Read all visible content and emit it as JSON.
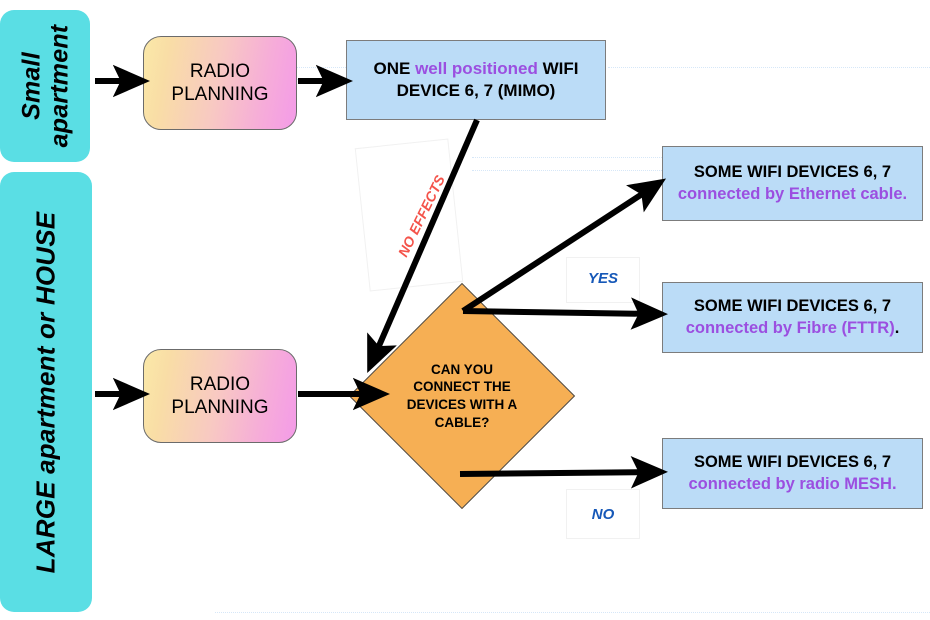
{
  "categories": [
    {
      "id": "small-apartment",
      "label": "Small apartment"
    },
    {
      "id": "large-apartment-house",
      "label": "LARGE apartment or HOUSE"
    }
  ],
  "process": {
    "top_line1": "RADIO",
    "top_line2": "PLANNING",
    "bottom_line1": "RADIO",
    "bottom_line2": "PLANNING"
  },
  "info_top": {
    "line1_part1": "ONE ",
    "line1_highlight": "well positioned",
    "line1_part2": " WIFI",
    "line2": "DEVICE 6, 7 (MIMO)"
  },
  "decision": {
    "line1": "CAN YOU",
    "line2": "CONNECT THE",
    "line3": "DEVICES WITH A",
    "line4": "CABLE?"
  },
  "results": [
    {
      "id": "ethernet",
      "line1": "SOME WIFI DEVICES 6, 7",
      "line2_highlight": "connected by Ethernet cable.",
      "line2_tail": ""
    },
    {
      "id": "fibre",
      "line1": "SOME WIFI DEVICES 6, 7",
      "line2_highlight": "connected by Fibre (FTTR)",
      "line2_tail": "."
    },
    {
      "id": "mesh",
      "line1": "SOME WIFI DEVICES 6, 7",
      "line2_highlight": "connected by radio MESH.",
      "line2_tail": ""
    }
  ],
  "edge_labels": {
    "no_effects": "NO EFFECTS",
    "yes": "YES",
    "no": "NO"
  },
  "colors": {
    "category_cyan": "#5ADEE4",
    "info_blue": "#BBDCF7",
    "decision_orange": "#F6AF54",
    "highlight_purple": "#9B4FE0",
    "warning_red": "#F4534A",
    "label_blue": "#1658B8",
    "arrow_black": "#000000"
  }
}
